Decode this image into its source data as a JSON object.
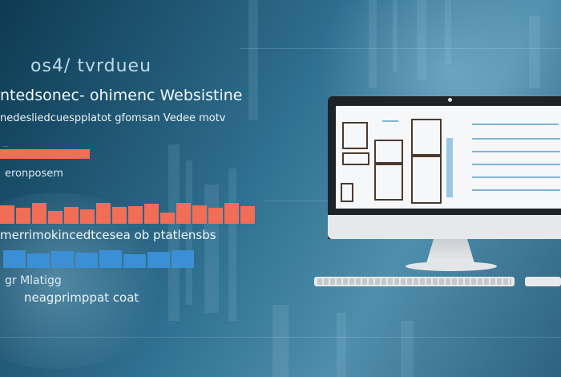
{
  "hero": {
    "headline": "os4/ tvrdueu",
    "subtitle": "ntedsonec-  ohimenc Websistine",
    "tagline": "nedesliedcuespplatot gfomsan Vedee motv",
    "tiny_label": "...",
    "group_label": "eronposem",
    "legend_line": "merrimokincedtcesea ob ptatlensbs",
    "marketing": "gr Mlatigg",
    "engagement": "neagprimppat coat"
  },
  "chart_data": {
    "type": "bar",
    "orange_values": [
      0.9,
      0.75,
      1,
      0.6,
      0.8,
      0.7,
      1,
      0.8,
      0.85,
      0.95,
      0.55,
      1,
      0.9,
      0.75,
      1,
      0.85
    ],
    "blue_values": [
      1,
      0.8,
      0.95,
      0.85,
      1,
      0.75,
      0.9,
      1
    ]
  },
  "colors": {
    "orange": "#ef6e55",
    "blue": "#3b8fd4",
    "accent": "#7fb6d8"
  }
}
